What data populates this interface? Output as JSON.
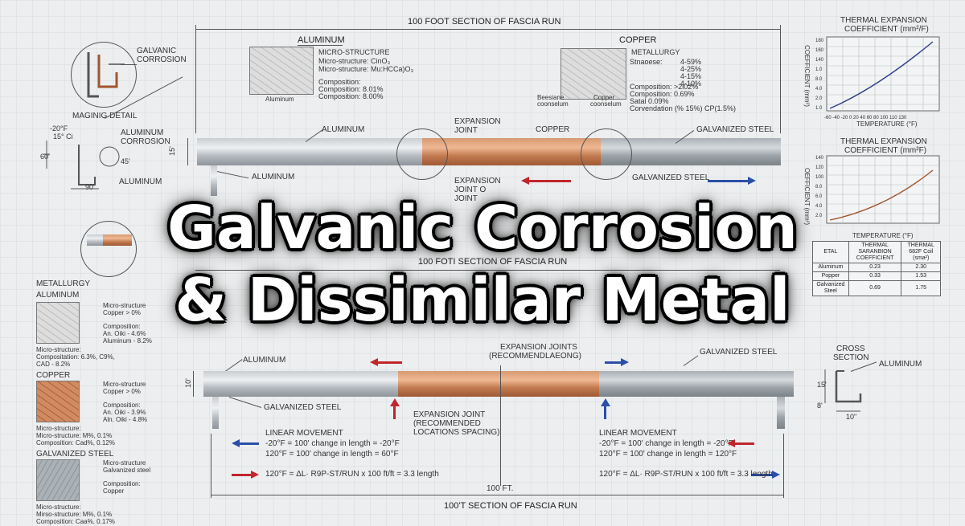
{
  "overlay": {
    "line1": "Galvanic Corrosion",
    "line2": "& Dissimilar Metal"
  },
  "top": {
    "run_title": "100 FOOT SECTION OF FASCIA RUN",
    "run_title_2": "100 FOTI SECTION OF FASCIA RUN",
    "aluminum_header": "ALUMINUM",
    "alu_micro_title": "MICRO-STRUCTURE",
    "alu_micro_l1": "Micro-structure: CinO₃",
    "alu_micro_l2": "Micro-structure: Mu:HCCa)O₃",
    "alu_comp_title": "Composition:",
    "alu_comp_l1": "Composition: 8.01%",
    "alu_comp_l2": "Composition: 8.00%",
    "alu_texture_label": "Aluminum",
    "copper_header": "COPPER",
    "cu_title": "METALLURGY",
    "cu_l1": "Stnaoese:",
    "cu_v1": "4-59%",
    "cu_v2": "4-25%",
    "cu_v3": "4-15%",
    "cu_v4": "4-10%",
    "cu_comp1": "Composition: >2l02%",
    "cu_comp2": "Composition: 0.69%",
    "cu_comp3": "Satal      0.09%",
    "cu_comp4": "Corvendation (% 15%) CP(1.5%)",
    "cu_label_a": "Beesiane",
    "cu_label_a2": "coonselum",
    "cu_label_b": "Copper",
    "cu_label_b2": "coonselum",
    "beam_alu": "ALUMINUM",
    "beam_alu_2": "ALUMINUM",
    "beam_joint": "EXPANSION",
    "beam_joint_2": "JOINT",
    "beam_joint_b": "EXPANSION",
    "beam_joint_b2": "JOINT O",
    "beam_joint_b3": "JOINT",
    "beam_cu": "COPPER",
    "beam_gs": "GALVANIZED STEEL",
    "beam_gs_2": "GALVANIZED STEEL",
    "dim_15": "15'",
    "galv_corrosion": "GALVANIC",
    "galv_corrosion_2": "CORROSION",
    "maging_detail": "MAGINIG DETAIL",
    "temp_a": "-20°F",
    "temp_b": "15° Ci",
    "alu_corr_1": "ALUMINUM",
    "alu_corr_2": "CORROSION",
    "alu_small": "ALUMINUM",
    "dim_60": "60'",
    "dim_45": "45'",
    "dim_90": "90'"
  },
  "left": {
    "metallurgy": "METALLURGY",
    "aluminum": "ALUMINUM",
    "alu_l1": "Micro-structure",
    "alu_l2": "Copper > 0%",
    "alu_l3": "Composition:",
    "alu_l4": "An. Oiki - 4.6%",
    "alu_l5": "Aluminum - 8.2%",
    "alu_b1": "Micro-structure:",
    "alu_b2": "Compositation: 6.3%, C9%,",
    "alu_b3": "CAD - 8.2%",
    "copper": "COPPER",
    "cu_l1": "Micro-structure",
    "cu_l2": "Copper > 0%",
    "cu_l3": "Composition:",
    "cu_l4": "An. Oiki - 3.9%",
    "cu_l5": "Aln. Oiki - 4.8%",
    "cu_b1": "Micro-structure:",
    "cu_b2": "Micro-structure: M%, 0.1%",
    "cu_b3": "Composition: Cad%, 0.12%",
    "gs": "GALVANIZED STEEL",
    "gs_l1": "Micro-structure",
    "gs_l2": "Galvanized steel",
    "gs_l3": "Composition:",
    "gs_l4": "Copper",
    "gs_b1": "Micro-structure:",
    "gs_b2": "Mirso-structure: M%, 0.1%",
    "gs_b3": "Composition: Caa%, 0.17%"
  },
  "right": {
    "chart1_title": "THERMAL EXPANSION",
    "chart1_title2": "COEFFICIENT (mm²/F)",
    "chart1_ylabel": "COEFFICIENT (mm²)",
    "chart1_xlabel": "TEMPERATURE (°F)",
    "chart2_title": "THERMAL EXPANSION",
    "chart2_title2": "COEFFICIENT (mm²F)",
    "chart2_ylabel": "OEFFICIENT (mm²)",
    "chart2_xlabel": "TEMPERATURE (°F)",
    "table_h0": "ETAL",
    "table_h1": "THERMAL SARANBION COEFFICIENT",
    "table_h2": "THERMAL 682F Coil (sma²)",
    "table_rows": [
      [
        "Aluminum",
        "0.23",
        "2.30"
      ],
      [
        "Popper",
        "0.33",
        "1.53"
      ],
      [
        "Galvanized Steel",
        "0.69",
        "1.75"
      ]
    ],
    "cross_section": "CROSS",
    "cross_section_2": "SECTION",
    "cross_alu": "ALUMINUM",
    "cross_dim1": "15'",
    "cross_dim2": "8'",
    "cross_dim3": "10\""
  },
  "bottom": {
    "alu": "ALUMINUM",
    "joints": "EXPANSION JOINTS",
    "joints_2": "(RECOMMENDLAEONG)",
    "gs": "GALVANIZED STEEL",
    "gs_label": "GALVANIZED STEEL",
    "joint": "EXPANSION JOINT",
    "joint_2": "(RECOMMENDED",
    "joint_3": "LOCATIONS SPACING)",
    "dim_10": "10'",
    "lm_left_title": "LINEAR MOVEMENT",
    "lm_left_1": "-20°F = 100' change in length = -20°F",
    "lm_left_2": "120°F = 100' change in length = 60°F",
    "lm_right_title": "LINEAR MOVEMENT",
    "lm_right_1": "-20°F = 100' change in length = -20°F",
    "lm_right_2": "120°F = 100' change in length = 120°F",
    "formula_left": "120°F = ΔL· R9P-ST/RUN x 100 ft/ft = 3.3 length",
    "formula_right": "120°F = ΔL· R9P-ST/RUN x 100 ft/ft = 3.3 length",
    "total": "100 FT.",
    "run_footer": "100'T SECTION OF FASCIA RUN"
  },
  "colors": {
    "red_arrow": "#c0262b",
    "blue_arrow": "#2a4fa8",
    "copper": "#c9855a",
    "aluminum": "#d8dcdf",
    "steel": "#9aa1a7"
  }
}
